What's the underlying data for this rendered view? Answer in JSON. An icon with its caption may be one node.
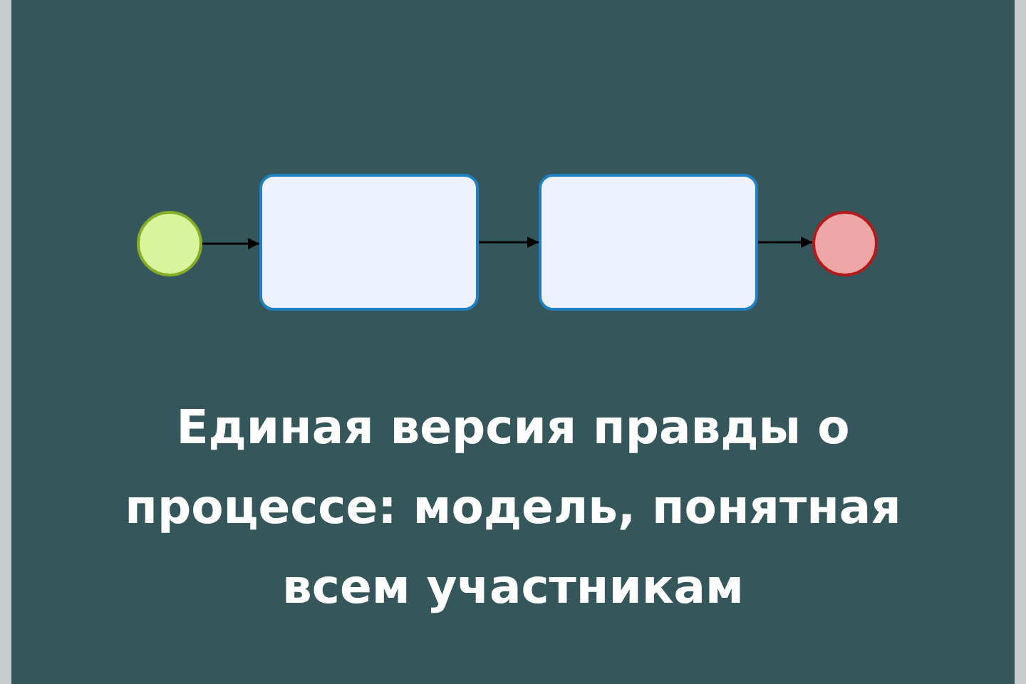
{
  "diagram": {
    "caption": "Единая версия правды о процессе: модель, понятная всем участникам",
    "nodes": [
      {
        "text": [],
        "shape": "circle"
      },
      {
        "text": [],
        "shape": "box"
      },
      {
        "text": [],
        "shape": "box"
      },
      {
        "text": [],
        "shape": "circle"
      }
    ],
    "edges": [
      {
        "from": 0,
        "to": 1,
        "arrow": "to"
      },
      {
        "from": 1,
        "to": 2,
        "arrow": "to"
      },
      {
        "from": 2,
        "to": 3,
        "arrow": "to"
      }
    ]
  }
}
